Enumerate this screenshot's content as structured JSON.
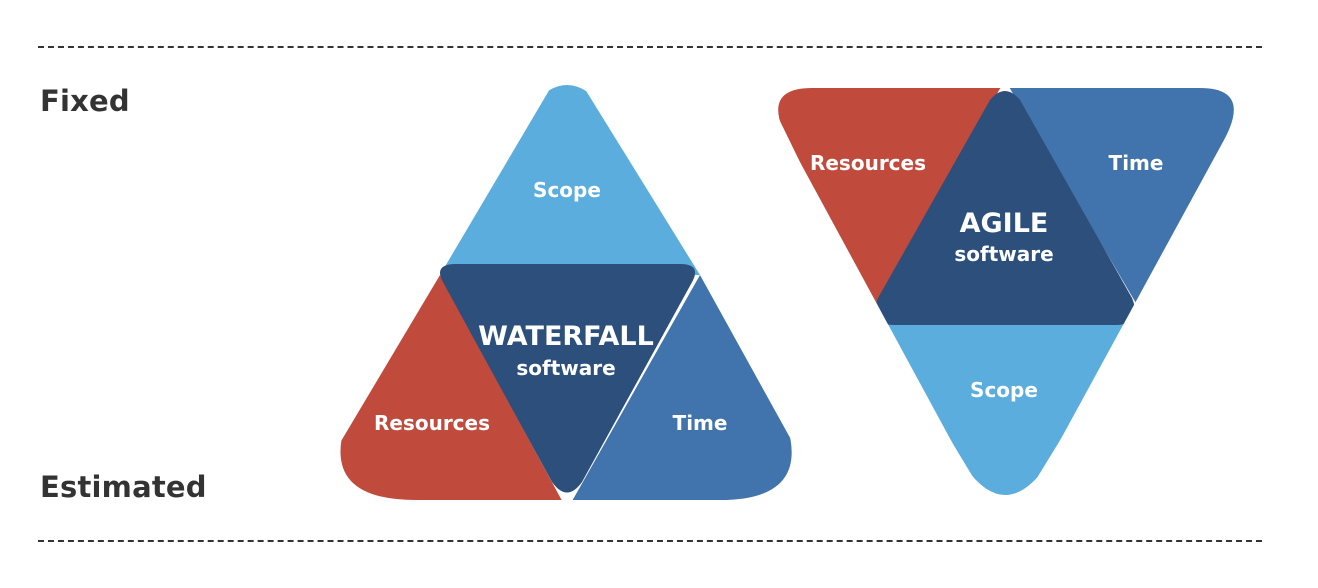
{
  "rows": {
    "top_label": "Fixed",
    "bottom_label": "Estimated"
  },
  "waterfall": {
    "title": "WATERFALL",
    "subtitle": "software",
    "segments": {
      "top": "Scope",
      "left": "Resources",
      "right": "Time"
    }
  },
  "agile": {
    "title": "AGILE",
    "subtitle": "software",
    "segments": {
      "left": "Resources",
      "right": "Time",
      "bottom": "Scope"
    }
  },
  "colors": {
    "scope": "#5aaddc",
    "resources": "#c04b3d",
    "time": "#4173ac",
    "center": "#2c4f7c",
    "text": "#ffffff",
    "side_labels": "#333333"
  }
}
